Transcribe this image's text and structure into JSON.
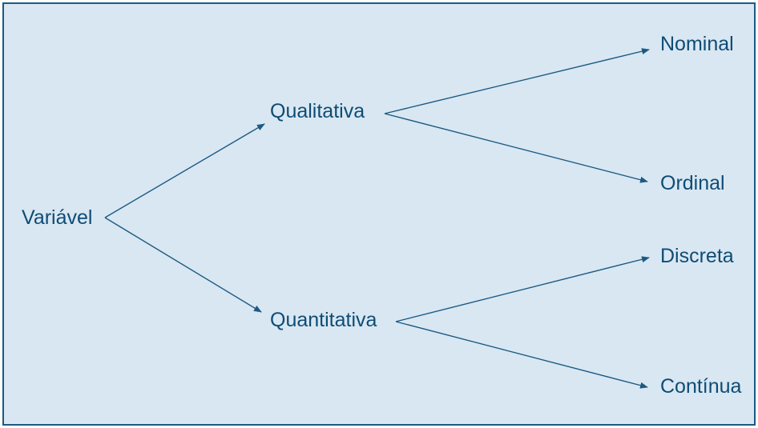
{
  "colors": {
    "background": "#d9e7f2",
    "border": "#1c5a84",
    "text": "#0f4c75",
    "arrow": "#1c5a84"
  },
  "nodes": {
    "root": "Variável",
    "qualitativa": "Qualitativa",
    "quantitativa": "Quantitativa",
    "nominal": "Nominal",
    "ordinal": "Ordinal",
    "discreta": "Discreta",
    "continua": "Contínua"
  },
  "edges": [
    {
      "from": "root",
      "to": "qualitativa"
    },
    {
      "from": "root",
      "to": "quantitativa"
    },
    {
      "from": "qualitativa",
      "to": "nominal"
    },
    {
      "from": "qualitativa",
      "to": "ordinal"
    },
    {
      "from": "quantitativa",
      "to": "discreta"
    },
    {
      "from": "quantitativa",
      "to": "continua"
    }
  ]
}
